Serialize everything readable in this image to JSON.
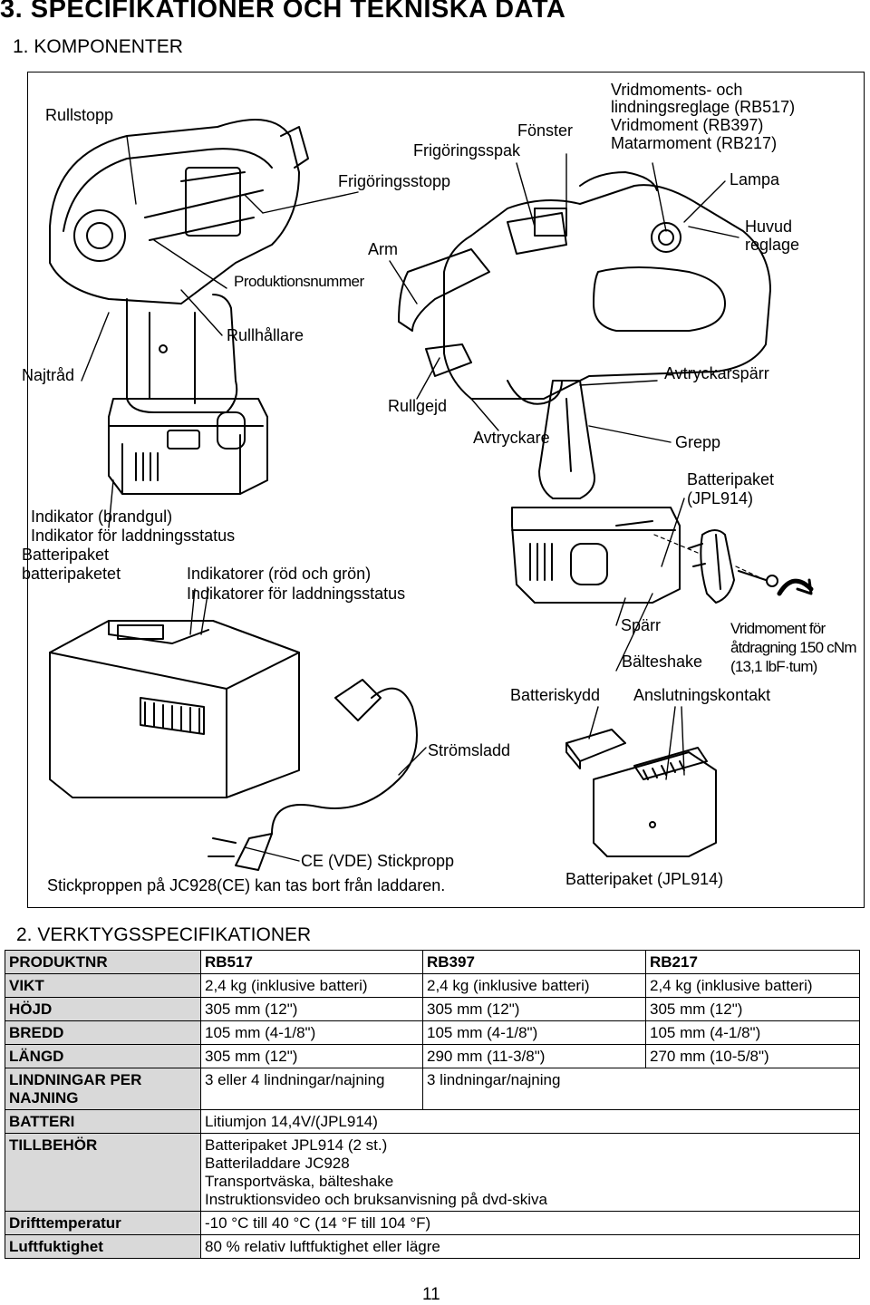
{
  "heading": "3. SPECIFIKATIONER OCH TEKNISKA DATA",
  "section1": "1.  KOMPONENTER",
  "labels": {
    "rullstopp": "Rullstopp",
    "fonster": "Fönster",
    "frigoringsspak": "Frigöringsspak",
    "vridmoment1": "Vridmoments- och",
    "vridmoment2": "lindningsreglage (RB517)",
    "vridmoment3": "Vridmoment (RB397)",
    "vridmoment4": "Matarmoment (RB217)",
    "frigoringsstopp": "Frigöringsstopp",
    "lampa": "Lampa",
    "huvud1": "Huvud",
    "huvud2": "reglage",
    "arm": "Arm",
    "produktionsnummer": "Produktionsnummer",
    "rullhallare": "Rullhållare",
    "najtrad": "Najtråd",
    "avtryckarsparr": "Avtryckarspärr",
    "rullgejd": "Rullgejd",
    "avtryckare": "Avtryckare",
    "grepp": "Grepp",
    "batteripaket_jpl1": "Batteripaket",
    "batteripaket_jpl2": "(JPL914)",
    "indikator1": "Indikator (brandgul)",
    "indikator2": "Indikator för laddningsstatus",
    "indikator3": "Batteripaket",
    "indikator4": "batteripaketet",
    "indikatorer1": "Indikatorer (röd och grön)",
    "indikatorer2": "Indikatorer för laddningsstatus",
    "sparr": "Spärr",
    "vridmoment_for1": "Vridmoment för",
    "vridmoment_for2": "åtdragning 150 cNm",
    "vridmoment_for3": "(13,1 lbF·tum)",
    "balteshake": "Bälteshake",
    "batteriskydd": "Batteriskydd",
    "anslutningskontakt": "Anslutningskontakt",
    "stromsladd": "Strömsladd",
    "ce_stickpropp": "CE (VDE) Stickpropp",
    "stickproppen": "Stickproppen på JC928(CE) kan tas bort från laddaren.",
    "batteripaket_bottom": "Batteripaket (JPL914)"
  },
  "section2": "2.  VERKTYGSSPECIFIKATIONER",
  "spec_table": {
    "header": [
      "PRODUKTNR",
      "RB517",
      "RB397",
      "RB217"
    ],
    "rows": [
      {
        "label": "VIKT",
        "c1": "2,4 kg (inklusive batteri)",
        "c2": "2,4 kg (inklusive batteri)",
        "c3": "2,4 kg (inklusive batteri)"
      },
      {
        "label": "HÖJD",
        "c1": "305 mm (12\")",
        "c2": "305 mm (12\")",
        "c3": "305 mm (12\")"
      },
      {
        "label": "BREDD",
        "c1": "105 mm (4-1/8\")",
        "c2": "105 mm (4-1/8\")",
        "c3": "105 mm (4-1/8\")"
      },
      {
        "label": "LÄNGD",
        "c1": "305 mm (12\")",
        "c2": "290 mm (11-3/8\")",
        "c3": "270 mm (10-5/8\")"
      },
      {
        "label": "LINDNINGAR PER NAJNING",
        "c1": "3 eller 4 lindningar/najning",
        "c2": "3 lindningar/najning",
        "c3": ""
      }
    ],
    "batteri": {
      "label": "BATTERI",
      "value": "Litiumjon 14,4V/(JPL914)"
    },
    "tillbehor": {
      "label": "TILLBEHÖR",
      "lines": [
        "Batteripaket JPL914 (2 st.)",
        "Batteriladdare JC928",
        "Transportväska, bälteshake",
        "Instruktionsvideo och bruksanvisning på dvd-skiva"
      ]
    },
    "drifttemperatur": {
      "label": "Drifttemperatur",
      "value": "-10 °C till 40 °C (14 °F till 104 °F)"
    },
    "luftfuktighet": {
      "label": "Luftfuktighet",
      "value": "80 % relativ luftfuktighet eller lägre"
    }
  },
  "page_number": "11"
}
